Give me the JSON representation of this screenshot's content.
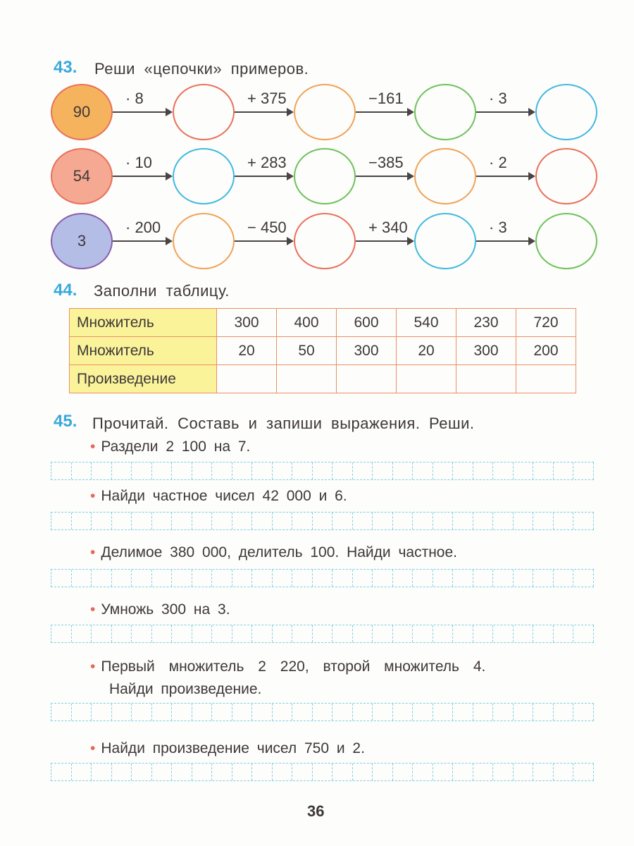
{
  "page_number": "36",
  "colors": {
    "task_number": "#38a9dc",
    "table_border": "#ec8f64",
    "table_header_bg": "#fbf39a",
    "grid_line": "#7fd0e6",
    "bullet": "#e46a5a",
    "text": "#3d3838"
  },
  "task43": {
    "number": "43.",
    "title": "Реши «цепочки» примеров.",
    "chains": [
      {
        "start": "90",
        "start_fill": "#f6b35e",
        "start_border": "#e8705a",
        "ops": [
          "· 8",
          "+ 375",
          "−161",
          "· 3"
        ],
        "circle_colors": [
          "#e8705a",
          "#f0a257",
          "#6cc25a",
          "#3fb9e0"
        ]
      },
      {
        "start": "54",
        "start_fill": "#f5a892",
        "start_border": "#e8705a",
        "ops": [
          "· 10",
          "+ 283",
          "−385",
          "· 2"
        ],
        "circle_colors": [
          "#3fb9e0",
          "#6cc25a",
          "#f0a257",
          "#e8705a"
        ]
      },
      {
        "start": "3",
        "start_fill": "#b4bde6",
        "start_border": "#8a5ea8",
        "ops": [
          "· 200",
          "− 450",
          "+ 340",
          "· 3"
        ],
        "circle_colors": [
          "#f0a257",
          "#e8705a",
          "#3fb9e0",
          "#6cc25a"
        ]
      }
    ]
  },
  "task44": {
    "number": "44.",
    "title": "Заполни таблицу.",
    "rows": [
      {
        "label": "Множитель",
        "values": [
          "300",
          "400",
          "600",
          "540",
          "230",
          "720"
        ]
      },
      {
        "label": "Множитель",
        "values": [
          "20",
          "50",
          "300",
          "20",
          "300",
          "200"
        ]
      },
      {
        "label": "Произведение",
        "values": [
          "",
          "",
          "",
          "",
          "",
          ""
        ]
      }
    ]
  },
  "task45": {
    "number": "45.",
    "title": "Прочитай. Составь и запиши выражения. Реши.",
    "items": [
      {
        "lines": [
          "Раздели 2 100 на 7."
        ]
      },
      {
        "lines": [
          "Найди частное чисел 42 000 и 6."
        ]
      },
      {
        "lines": [
          "Делимое 380 000, делитель 100. Найди частное."
        ]
      },
      {
        "lines": [
          "Умножь 300 на 3."
        ]
      },
      {
        "lines": [
          "Первый множитель 2 220, второй множитель 4.",
          "Найди произведение."
        ]
      },
      {
        "lines": [
          "Найди произведение чисел 750 и 2."
        ]
      }
    ],
    "grid_cells_per_row": 27
  }
}
